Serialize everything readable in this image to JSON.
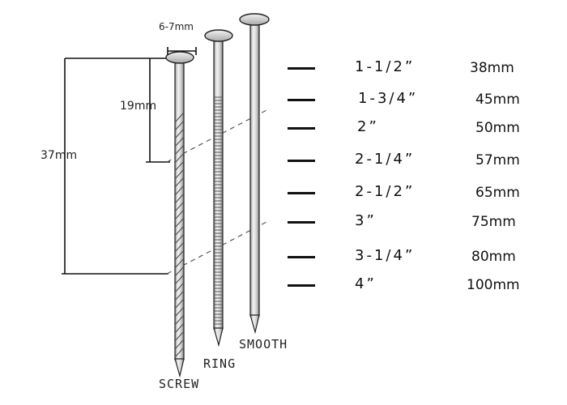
{
  "dimensions": {
    "head_width": "6-7mm",
    "thread_length": "19mm",
    "total_length": "37mm"
  },
  "nail_types": [
    {
      "label": "SCREW"
    },
    {
      "label": "RING"
    },
    {
      "label": "SMOOTH"
    }
  ],
  "sizes": [
    {
      "inch": "1-1/2”",
      "mm": "38mm"
    },
    {
      "inch": "1-3/4”",
      "mm": "45mm"
    },
    {
      "inch": "2”",
      "mm": "50mm"
    },
    {
      "inch": "2-1/4”",
      "mm": "57mm"
    },
    {
      "inch": "2-1/2”",
      "mm": "65mm"
    },
    {
      "inch": "3”",
      "mm": "75mm"
    },
    {
      "inch": "3-1/4”",
      "mm": "80mm"
    },
    {
      "inch": "4”",
      "mm": "100mm"
    }
  ]
}
